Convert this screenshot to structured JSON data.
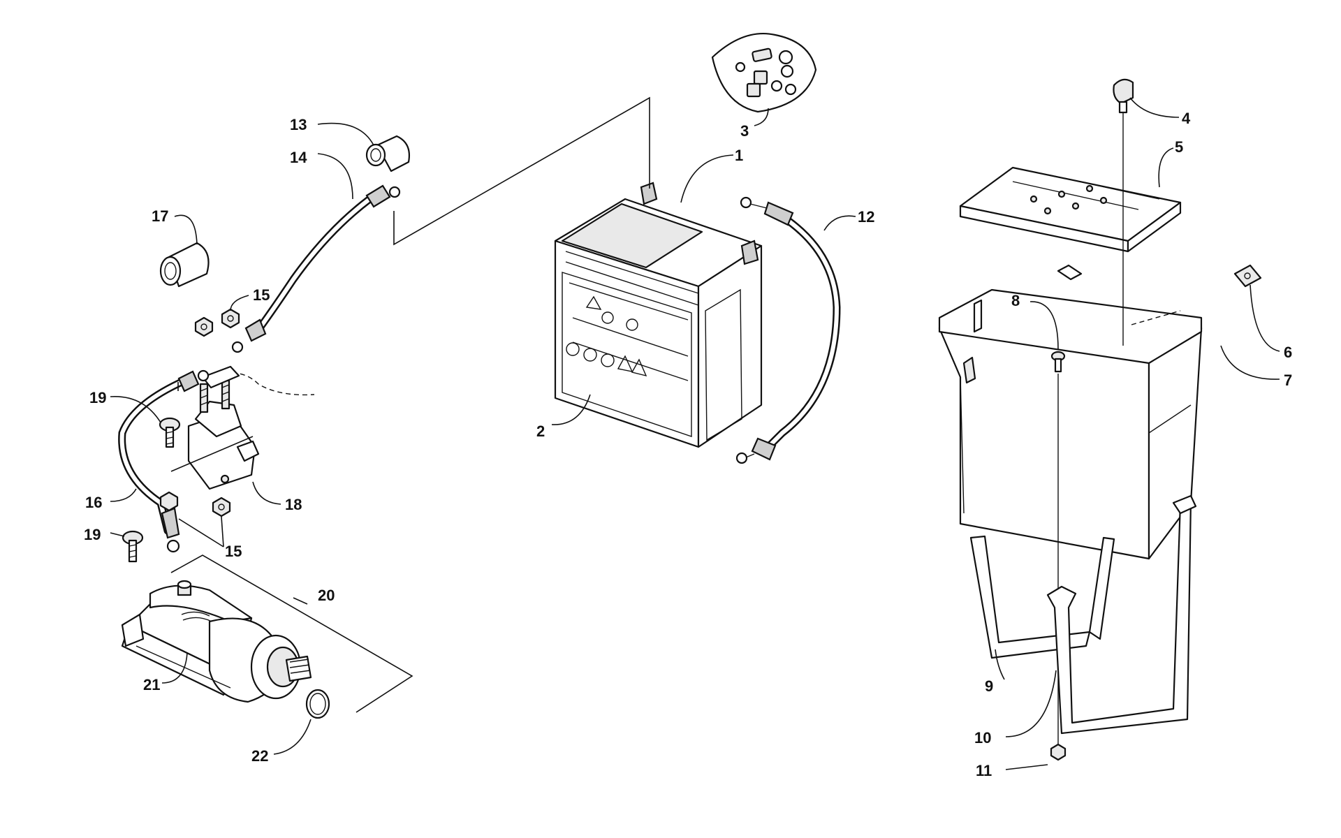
{
  "callouts": [
    {
      "id": "1",
      "label": "1"
    },
    {
      "id": "2",
      "label": "2"
    },
    {
      "id": "3",
      "label": "3"
    },
    {
      "id": "4",
      "label": "4"
    },
    {
      "id": "5",
      "label": "5"
    },
    {
      "id": "6",
      "label": "6"
    },
    {
      "id": "7",
      "label": "7"
    },
    {
      "id": "8",
      "label": "8"
    },
    {
      "id": "9",
      "label": "9"
    },
    {
      "id": "10",
      "label": "10"
    },
    {
      "id": "11",
      "label": "11"
    },
    {
      "id": "12",
      "label": "12"
    },
    {
      "id": "13",
      "label": "13"
    },
    {
      "id": "14",
      "label": "14"
    },
    {
      "id": "15a",
      "label": "15"
    },
    {
      "id": "15b",
      "label": "15"
    },
    {
      "id": "16",
      "label": "16"
    },
    {
      "id": "17",
      "label": "17"
    },
    {
      "id": "18",
      "label": "18"
    },
    {
      "id": "19a",
      "label": "19"
    },
    {
      "id": "19b",
      "label": "19"
    },
    {
      "id": "20",
      "label": "20"
    },
    {
      "id": "21",
      "label": "21"
    },
    {
      "id": "22",
      "label": "22"
    }
  ]
}
